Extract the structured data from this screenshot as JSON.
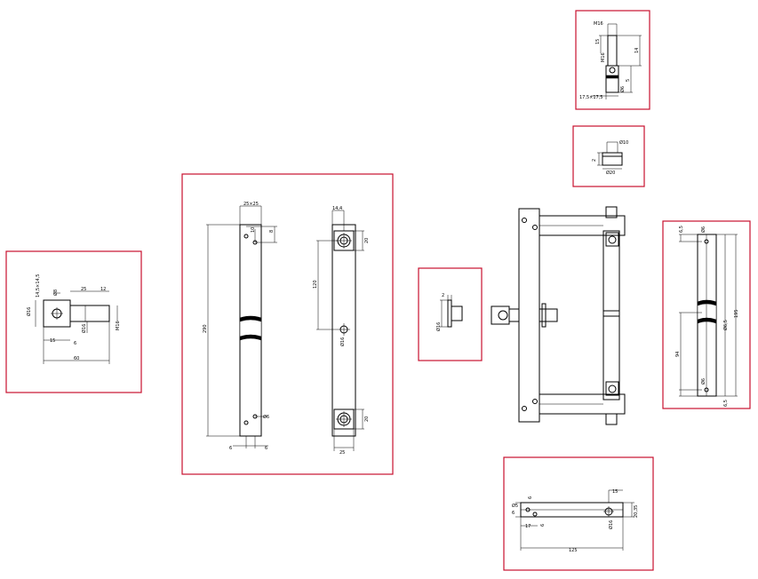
{
  "colors": {
    "frame": "#c8102e",
    "line": "#000000",
    "background": "#ffffff"
  },
  "views": {
    "v1": {
      "d_hole": "Ø8",
      "d_shaft": "Ø16",
      "d_m16": "M16",
      "sq_left": "Ø16",
      "sq_top": "14,5×14,5",
      "w1": "25",
      "w2": "12",
      "w3": "15",
      "total": "60",
      "s1": "6"
    },
    "v2": {
      "top": "25×25",
      "h1": "10",
      "h2": "8",
      "total": "290",
      "d_hole": "Ø6",
      "b1": "6",
      "b2": "6"
    },
    "v3": {
      "top": "14,4",
      "h_top": "20",
      "mid": "120",
      "d_hole": "Ø16",
      "h_bot": "20",
      "bot": "25"
    },
    "v4": {
      "top": "M16",
      "a": "15",
      "b": "14",
      "c": "5",
      "d_m": "M16",
      "d_b": "Ø6",
      "sq": "17,5×17,5"
    },
    "v5": {
      "d_top": "Ø10",
      "h": "2",
      "d_bot": "Ø20"
    },
    "v6": {
      "h": "2",
      "d": "Ø16"
    },
    "v7": {
      "top": "6,5",
      "d_top": "Ø6",
      "total": "195",
      "d_mid": "Ø6,5",
      "l": "94",
      "d_bot": "Ø6",
      "bot": "6,5"
    },
    "v8": {
      "d1": "Ø5",
      "a": "6",
      "b": "6",
      "l": "17",
      "c": "6",
      "d2": "Ø16",
      "r": "15",
      "h": "20,35",
      "total": "125"
    }
  }
}
